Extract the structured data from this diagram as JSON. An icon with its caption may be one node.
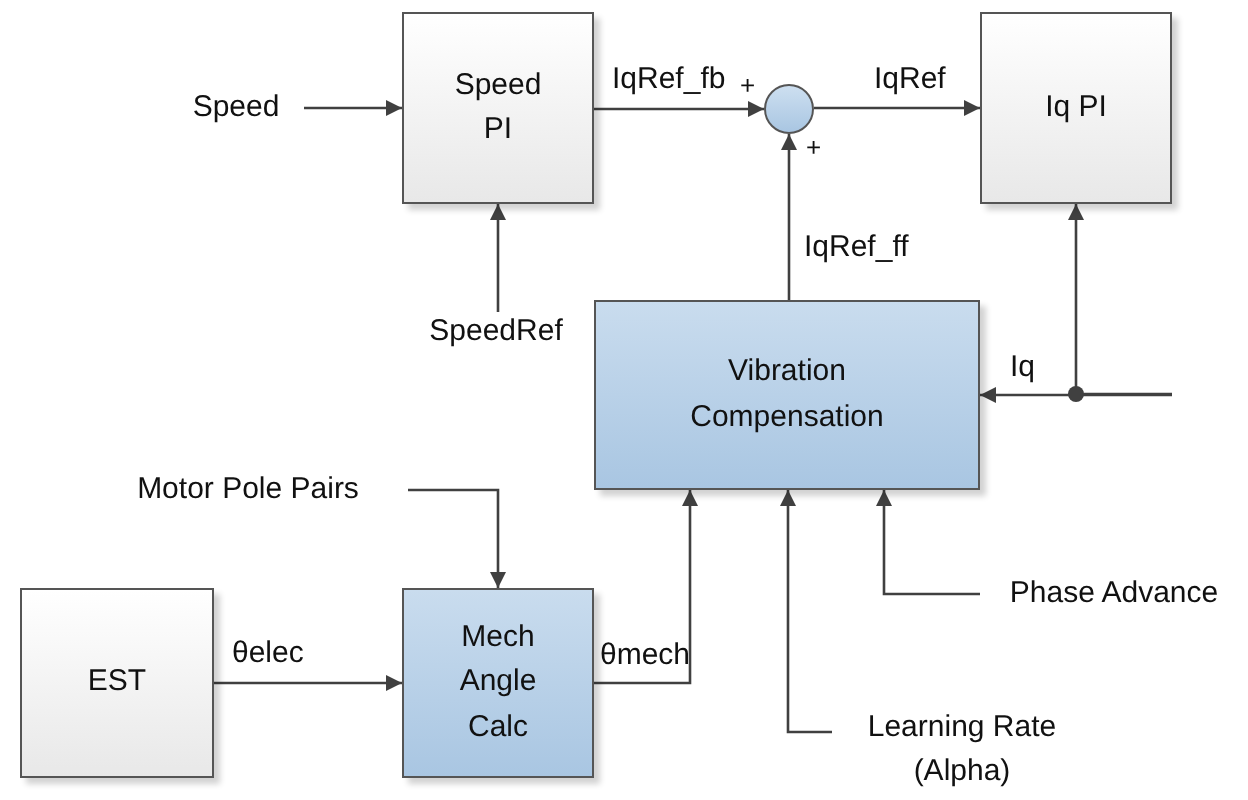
{
  "diagram": {
    "nodes": [
      {
        "text": [
          "Speed PI"
        ]
      },
      {
        "text": [],
        "shape": "circle"
      },
      {
        "text": [
          "Iq PI"
        ]
      },
      {
        "text": [
          "Vibration Compensation"
        ]
      },
      {
        "text": [
          "EST"
        ]
      },
      {
        "text": [
          "Mech Angle Calc"
        ]
      },
      {
        "text": [
          "Speed"
        ]
      },
      {
        "text": [
          "SpeedRef"
        ]
      },
      {
        "text": [
          "Motor Pole Pairs"
        ]
      },
      {
        "text": [
          "Phase Advance"
        ]
      },
      {
        "text": [
          "Learning Rate (Alpha)"
        ]
      }
    ],
    "edges": [
      {
        "from": 6,
        "to": 0,
        "arrow": "to"
      },
      {
        "from": 7,
        "to": 0,
        "arrow": "to"
      },
      {
        "from": 0,
        "to": 1,
        "arrow": "to",
        "label": "IqRef_fb"
      },
      {
        "from": 1,
        "to": 2,
        "arrow": "to",
        "label": "IqRef"
      },
      {
        "from": 3,
        "to": 1,
        "arrow": "to",
        "label": "IqRef_ff"
      },
      {
        "from": null,
        "to": 3,
        "arrow": "to",
        "label": "Iq"
      },
      {
        "from": null,
        "to": 2,
        "arrow": "to"
      },
      {
        "from": 4,
        "to": 5,
        "arrow": "to",
        "label": "θelec"
      },
      {
        "from": 8,
        "to": 5,
        "arrow": "to"
      },
      {
        "from": 5,
        "to": 3,
        "arrow": "to",
        "label": "θmech"
      },
      {
        "from": 10,
        "to": 3,
        "arrow": "to"
      },
      {
        "from": 9,
        "to": 3,
        "arrow": "to"
      }
    ],
    "labels": [
      "+",
      "+"
    ]
  }
}
